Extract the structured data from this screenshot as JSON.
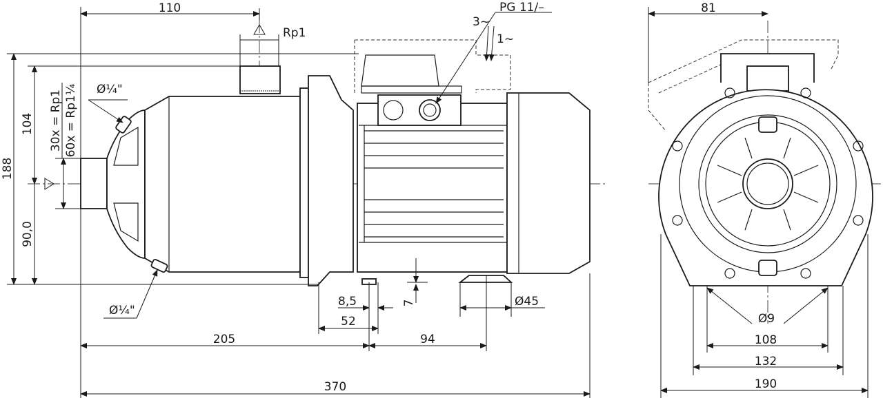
{
  "side_view": {
    "dims": {
      "d110": "110",
      "rp1": "Rp1",
      "d188": "188",
      "d104": "104",
      "d90": "90,0",
      "inlet_30x": "30x = Rp1",
      "inlet_60x": "60x = Rp1¼",
      "plug_top": "Ø¼\"",
      "plug_bottom": "Ø¼\"",
      "pg": "PG 11/–",
      "three_phase": "3~",
      "single_phase": "1~",
      "d8_5": "8,5",
      "d52": "52",
      "d7": "7",
      "d45": "Ø45",
      "d205": "205",
      "d94": "94",
      "d370": "370"
    }
  },
  "front_view": {
    "dims": {
      "d81": "81",
      "d9": "Ø9",
      "d108": "108",
      "d132": "132",
      "d190": "190"
    }
  }
}
